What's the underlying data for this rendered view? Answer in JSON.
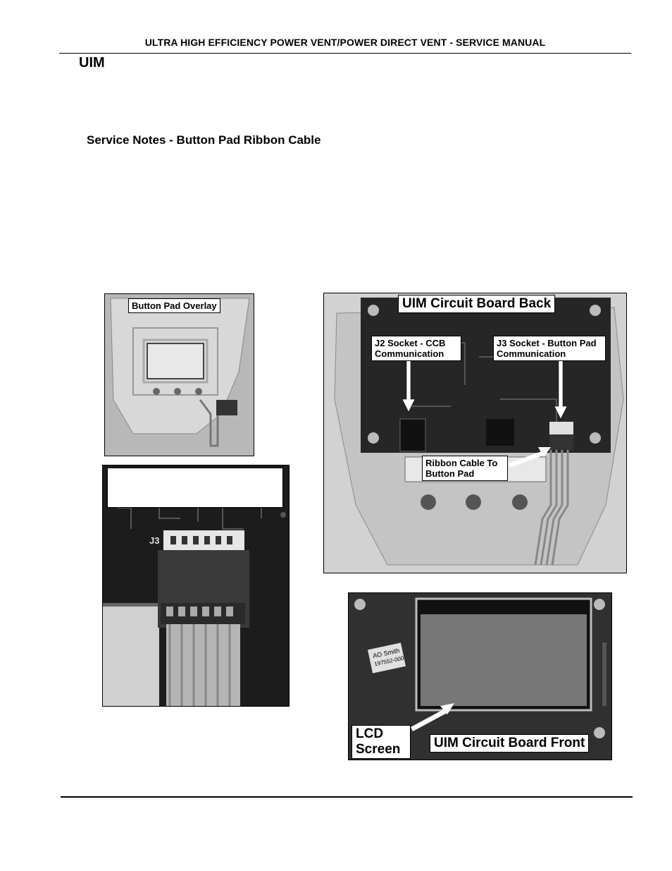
{
  "header": {
    "title": "ULTRA HIGH EFFICIENCY POWER VENT/POWER DIRECT VENT - SERVICE MANUAL"
  },
  "section": {
    "title": "UIM"
  },
  "subsection": {
    "title": "Service Notes - Button Pad Ribbon Cable"
  },
  "figures": {
    "overlay": {
      "label": "Button Pad Overlay"
    },
    "back": {
      "title": "UIM Circuit Board Back",
      "j2_label": "J2 Socket - CCB Communication",
      "j3_label": "J3 Socket - Button Pad Communication",
      "ribbon_label": "Ribbon Cable To Button Pad"
    },
    "j3_closeup": {
      "label": "",
      "connector_label": "J3"
    },
    "front": {
      "title": "UIM Circuit Board Front",
      "lcd_label": "LCD Screen",
      "sticker_brand": "AO Smith",
      "sticker_code": "197552-000"
    }
  }
}
